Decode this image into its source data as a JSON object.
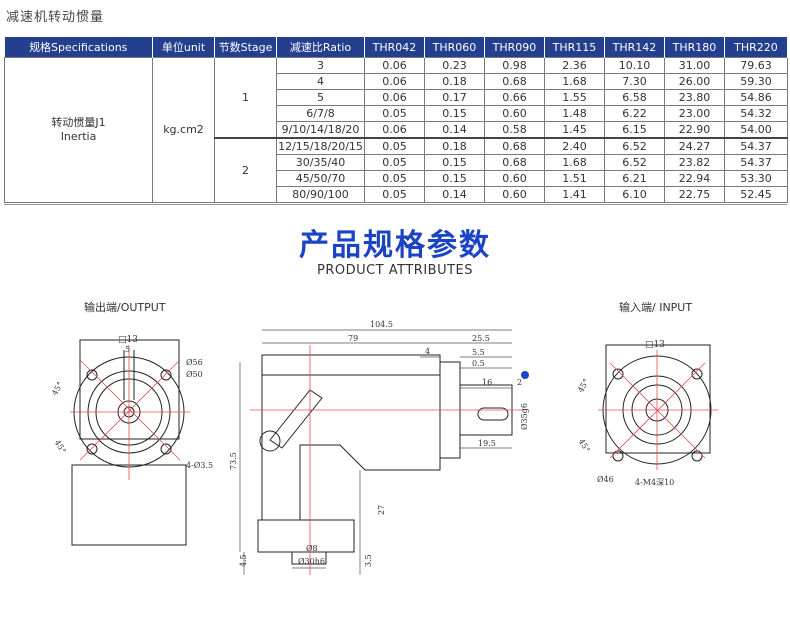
{
  "page_title": "减速机转动惯量",
  "table": {
    "headers": [
      "规格Specifications",
      "单位unit",
      "节数Stage",
      "减速比Ratio",
      "THR042",
      "THR060",
      "THR090",
      "THR115",
      "THR142",
      "THR180",
      "THR220"
    ],
    "spec_label_cn": "转动惯量J1",
    "spec_label_en": "Inertia",
    "unit": "kg.cm2",
    "stages": [
      {
        "stage": "1",
        "rows": [
          {
            "ratio": "3",
            "values": [
              "0.06",
              "0.23",
              "0.98",
              "2.36",
              "10.10",
              "31.00",
              "79.63"
            ]
          },
          {
            "ratio": "4",
            "values": [
              "0.06",
              "0.18",
              "0.68",
              "1.68",
              "7.30",
              "26.00",
              "59.30"
            ]
          },
          {
            "ratio": "5",
            "values": [
              "0.06",
              "0.17",
              "0.66",
              "1.55",
              "6.58",
              "23.80",
              "54.86"
            ]
          },
          {
            "ratio": "6/7/8",
            "values": [
              "0.05",
              "0.15",
              "0.60",
              "1.48",
              "6.22",
              "23.00",
              "54.32"
            ]
          },
          {
            "ratio": "9/10/14/18/20",
            "values": [
              "0.06",
              "0.14",
              "0.58",
              "1.45",
              "6.15",
              "22.90",
              "54.00"
            ]
          }
        ]
      },
      {
        "stage": "2",
        "rows": [
          {
            "ratio": "12/15/18/20/15",
            "values": [
              "0.05",
              "0.18",
              "0.68",
              "2.40",
              "6.52",
              "24.27",
              "54.37"
            ]
          },
          {
            "ratio": "30/35/40",
            "values": [
              "0.05",
              "0.15",
              "0.68",
              "1.68",
              "6.52",
              "23.82",
              "54.37"
            ]
          },
          {
            "ratio": "45/50/70",
            "values": [
              "0.05",
              "0.15",
              "0.60",
              "1.51",
              "6.21",
              "22.94",
              "53.30"
            ]
          },
          {
            "ratio": "80/90/100",
            "values": [
              "0.05",
              "0.14",
              "0.60",
              "1.41",
              "6.10",
              "22.75",
              "52.45"
            ]
          }
        ]
      }
    ]
  },
  "section": {
    "title_cn": "产品规格参数",
    "title_en": "PRODUCT ATTRIBUTES"
  },
  "drawing": {
    "output_label": "输出端/OUTPUT",
    "input_label": "输入端/ INPUT",
    "output_dims": {
      "square": "□13",
      "key": "5",
      "d1": "Ø56",
      "d2": "Ø50",
      "holes": "4-Ø3.5",
      "angle1": "45°",
      "angle2": "45°"
    },
    "side_dims": {
      "total": "104.5",
      "d79": "79",
      "d25": "25.5",
      "d4": "4",
      "d55": "5.5",
      "d05": "0.5",
      "d16": "16",
      "d2": "2",
      "d195": "19.5",
      "shaft": "Ø35g6",
      "height": "73.5",
      "d27": "27",
      "d8": "Ø8",
      "d30": "Ø30h6",
      "d45": "4.5",
      "d35": "3.5"
    },
    "input_dims": {
      "square": "□13",
      "d46": "Ø46",
      "holes": "4-M4深10",
      "angle1": "45°",
      "angle2": "45°"
    },
    "accent_color": "#1b44c4",
    "header_color": "#233f8d",
    "dim_line_color": "#e05050"
  }
}
